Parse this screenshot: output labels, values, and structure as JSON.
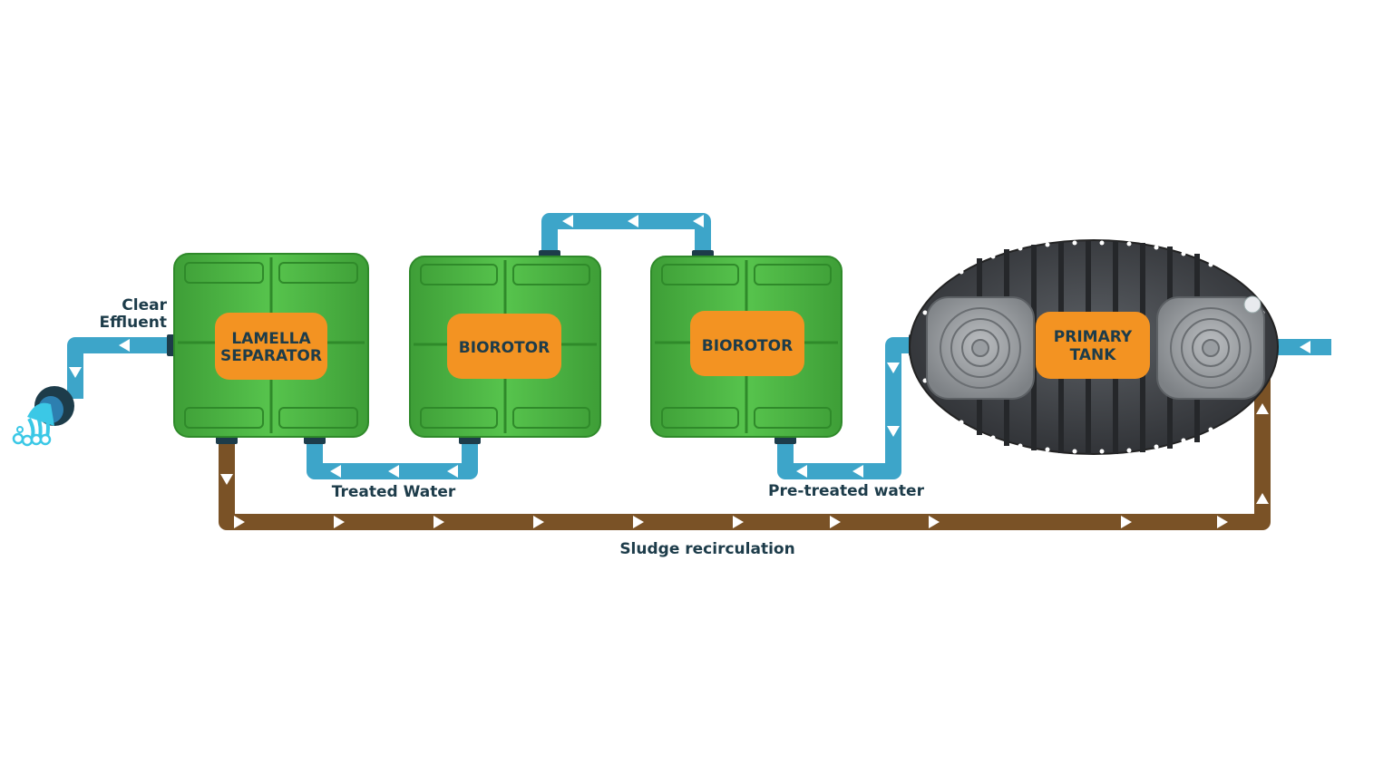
{
  "labels": {
    "clear_effluent_line1": "Clear",
    "clear_effluent_line2": "Effluent",
    "treated_water": "Treated Water",
    "pretreated_water": "Pre-treated water",
    "sludge_recirculation": "Sludge recirculation"
  },
  "units": {
    "lamella_line1": "LAMELLA",
    "lamella_line2": "SEPARATOR",
    "biorotor_1": "BIOROTOR",
    "biorotor_2": "BIOROTOR",
    "primary_line1": "PRIMARY",
    "primary_line2": "TANK"
  },
  "colors": {
    "water_pipe": "#3da5c9",
    "sludge_pipe": "#7a5226",
    "tank_green": "#4bb443",
    "label_orange": "#f39322",
    "text_navy": "#1d3c4a",
    "primary_tank": "#3f4246"
  }
}
